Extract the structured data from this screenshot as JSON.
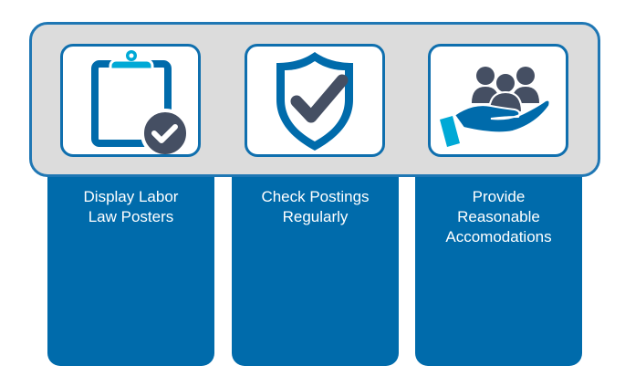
{
  "steps": [
    {
      "lines": [
        "Display Labor",
        "Law Posters"
      ],
      "icon": "clipboard-check-icon"
    },
    {
      "lines": [
        "Check Postings",
        "Regularly"
      ],
      "icon": "shield-check-icon"
    },
    {
      "lines": [
        "Provide",
        "Reasonable",
        "Accomodations"
      ],
      "icon": "hand-people-icon"
    }
  ],
  "colors": {
    "primary": "#006bab",
    "accent": "#00a9d6",
    "dark": "#454f63",
    "band": "#dcdcdc"
  }
}
